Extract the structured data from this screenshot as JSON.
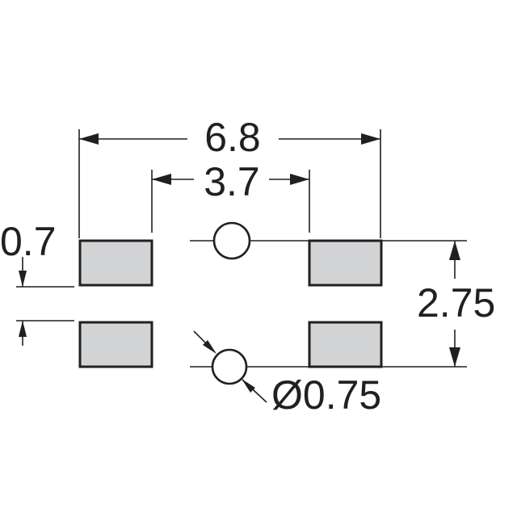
{
  "dimensions": {
    "overall_width": "6.8",
    "inner_width": "3.7",
    "pad_height": "0.7",
    "row_pitch": "2.75",
    "hole_diameter": "Ø0.75"
  },
  "colors": {
    "pad_fill": "#d1d3d4",
    "line": "#231f20",
    "background": "#ffffff"
  }
}
